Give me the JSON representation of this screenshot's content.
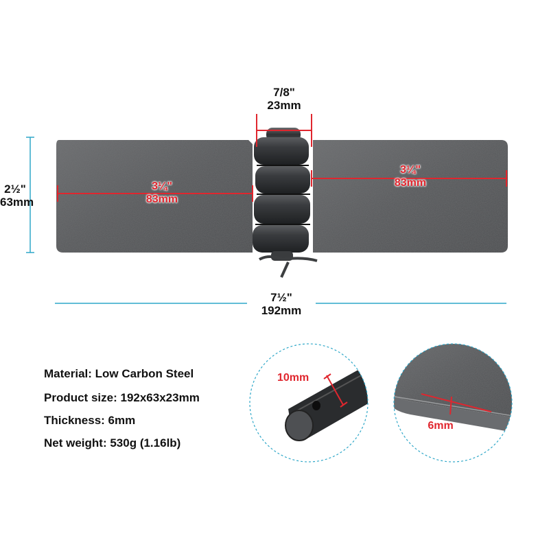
{
  "colors": {
    "accent_cyan": "#2ea7c8",
    "measure_red": "#e0262e",
    "steel": "#5a5c5e"
  },
  "dimensions": {
    "pin_length": {
      "inch": "7/8\"",
      "mm": "23mm"
    },
    "height": {
      "inch": "2½\"",
      "mm": "63mm"
    },
    "left_leaf_width": {
      "inch": "3¼\"",
      "mm": "83mm"
    },
    "right_leaf_width": {
      "inch": "3¼\"",
      "mm": "83mm"
    },
    "total_width": {
      "inch": "7½\"",
      "mm": "192mm"
    }
  },
  "specs": [
    {
      "label": "Material:",
      "value": "Low Carbon Steel"
    },
    {
      "label": "Product size:",
      "value": "192x63x23mm"
    },
    {
      "label": "Thickness:",
      "value": "6mm"
    },
    {
      "label": "Net weight:",
      "value": "530g (1.16lb)"
    }
  ],
  "details": {
    "pin_diameter": "10mm",
    "plate_thickness": "6mm"
  }
}
